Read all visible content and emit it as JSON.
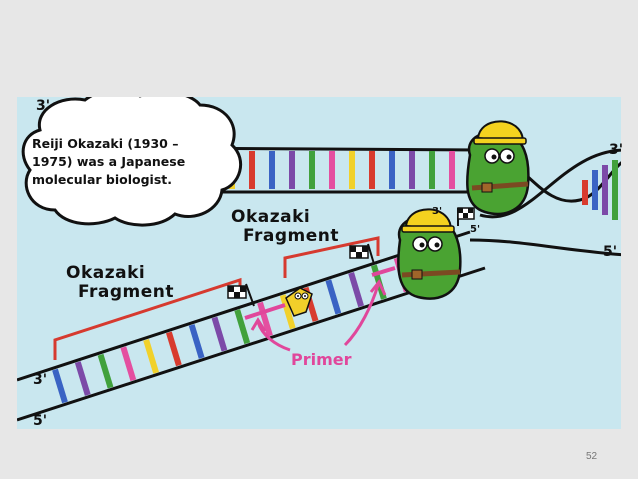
{
  "bubble": {
    "text": "Reiji Okazaki (1930 – 1975) was a Japanese molecular biologist."
  },
  "labels": {
    "okazaki_fragment_1_line1": "Okazaki",
    "okazaki_fragment_1_line2": "Fragment",
    "okazaki_fragment_2_line1": "Okazaki",
    "okazaki_fragment_2_line2": "Fragment",
    "primer": "Primer"
  },
  "strand_ends": {
    "top_left": "3'",
    "right_top": "3'",
    "right_bottom": "5'",
    "fork_3": "3'",
    "fork_5": "5'",
    "lagging_3": "3'",
    "lagging_5": "5'"
  },
  "colors": {
    "background_panel": "#c9e7ef",
    "fragment_bracket": "#d63a2f",
    "primer": "#e0479b",
    "helicase": "#4aa332",
    "hard_hat": "#f4d21f",
    "rung_colors": [
      "#f1d12a",
      "#d83b2e",
      "#3a63c4",
      "#7c4aa8",
      "#41a13c",
      "#e44fa0"
    ]
  },
  "page_number": "52"
}
